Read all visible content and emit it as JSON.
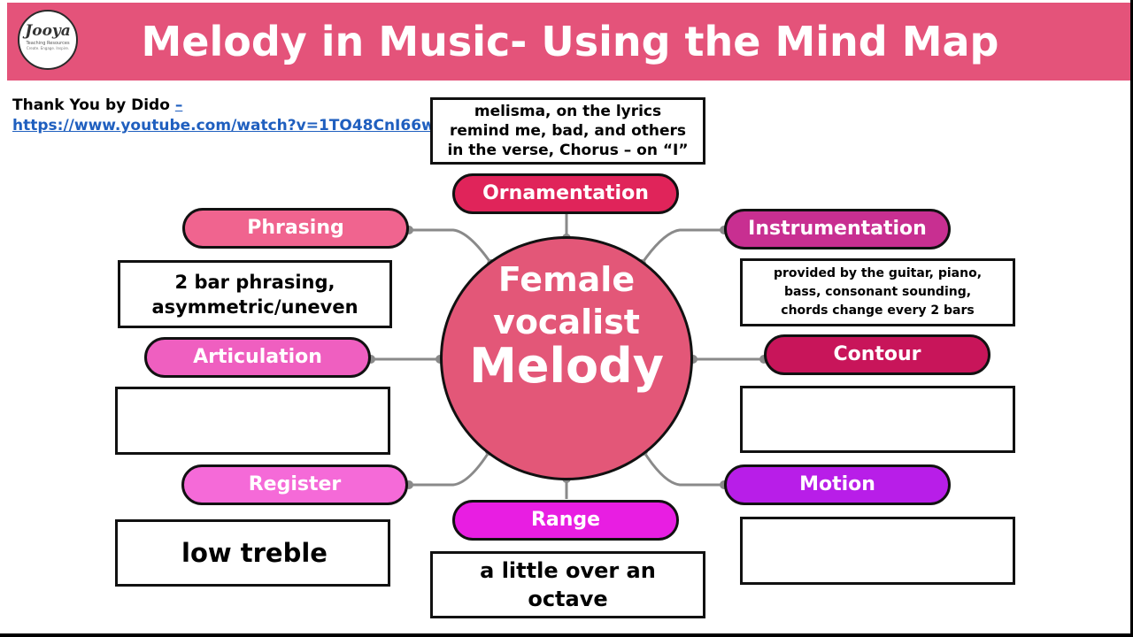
{
  "header": {
    "title": "Melody in Music- Using the Mind Map",
    "logo": {
      "name": "Jooya",
      "subtitle": "Teaching Resources",
      "tagline": "Create. Engage. Inspire."
    }
  },
  "song": {
    "title": "Thank You by Dido ",
    "dash": "–",
    "url": "https://www.youtube.com/watch?v=1TO48CnI66w"
  },
  "center": {
    "line1": "Female",
    "line2": "vocalist",
    "line3": "Melody"
  },
  "nodes": {
    "ornamentation": {
      "label": "Ornamentation",
      "color": "#e0245a",
      "answer": "melisma, on the lyrics remind me, bad, and others in the verse, Chorus – on “I”"
    },
    "phrasing": {
      "label": "Phrasing",
      "color": "#f0648f",
      "answer": "2 bar phrasing, asymmetric/uneven"
    },
    "instrumentation": {
      "label": "Instrumentation",
      "color": "#c82f91",
      "answer": "provided by the guitar, piano, bass, consonant sounding, chords change every 2 bars"
    },
    "articulation": {
      "label": "Articulation",
      "color": "#ef5fc0",
      "answer": ""
    },
    "contour": {
      "label": "Contour",
      "color": "#c8155a",
      "answer": ""
    },
    "register": {
      "label": "Register",
      "color": "#f56ad8",
      "answer": "low treble"
    },
    "range": {
      "label": "Range",
      "color": "#e81ee2",
      "answer": "a little over an octave"
    },
    "motion": {
      "label": "Motion",
      "color": "#b81ee8",
      "answer": ""
    }
  },
  "colors": {
    "header_bg": "#e4537a",
    "center_bg": "#e35778",
    "connector": "#8a8a8a",
    "link": "#1f5fbf"
  }
}
